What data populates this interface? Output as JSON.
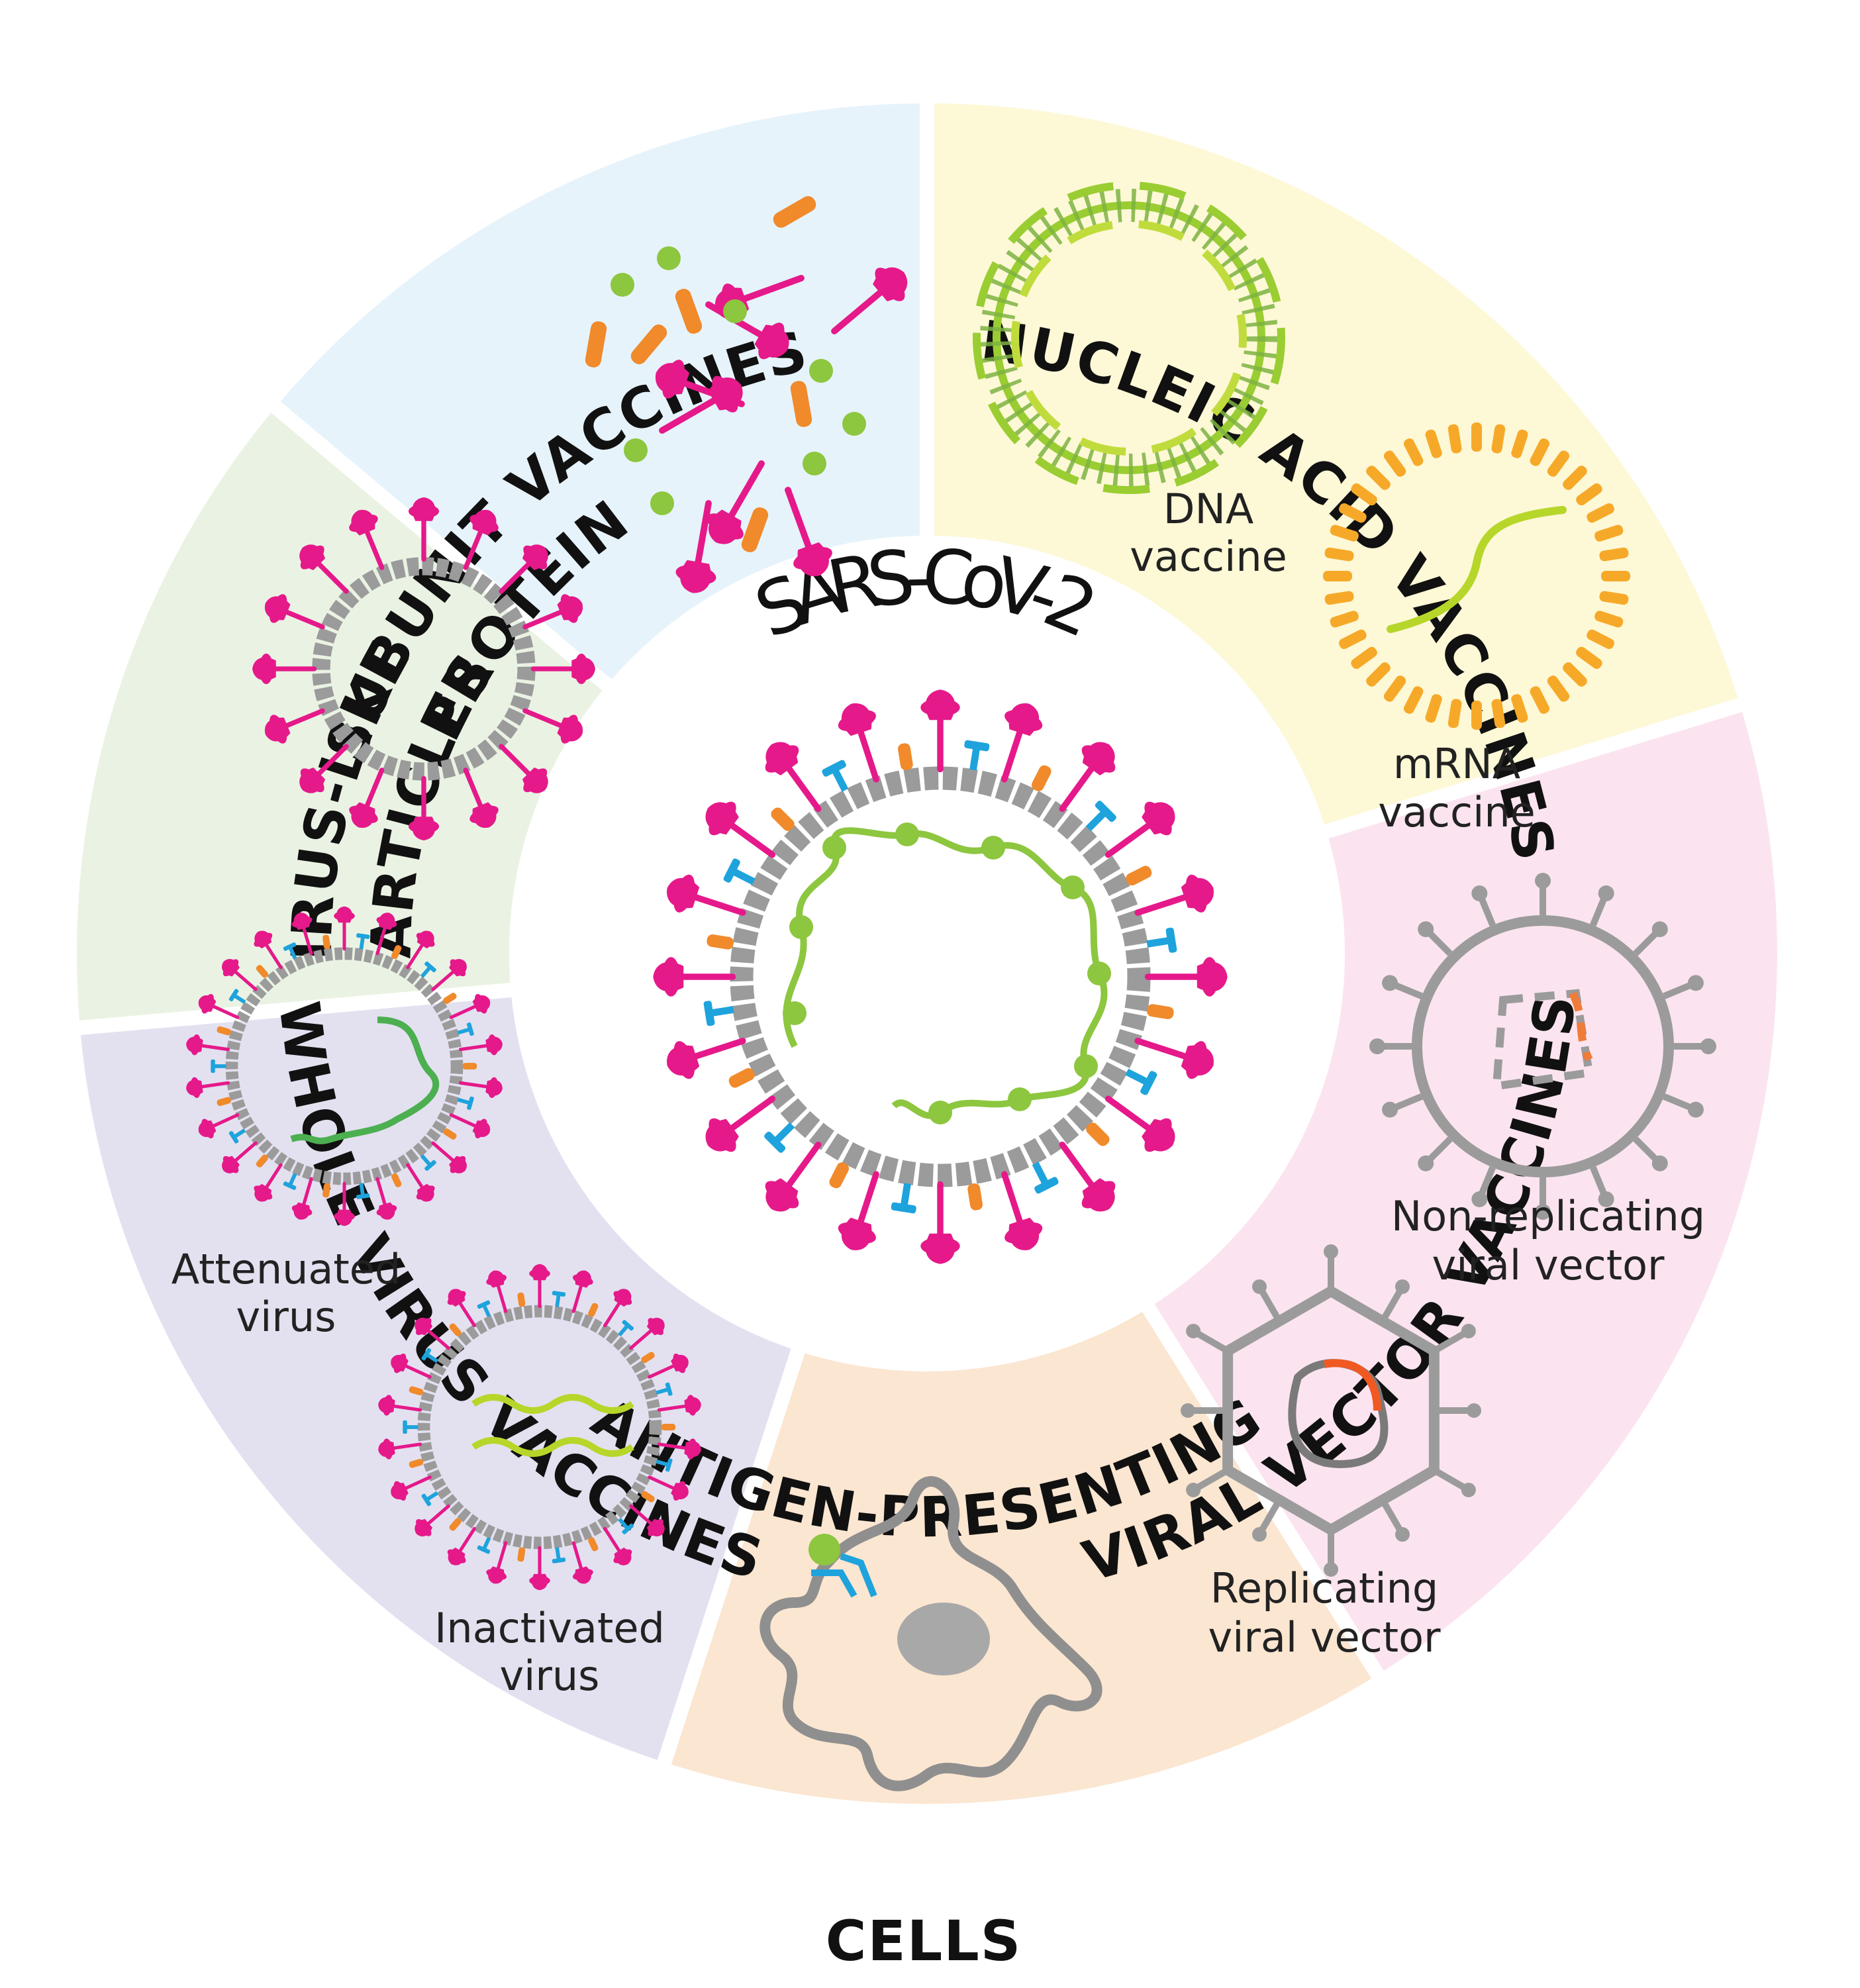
{
  "title": "SARS-CoV-2",
  "categories": {
    "protein_subunit": {
      "line1": "PROTEIN",
      "line2": "SUBUNIT VACCINES"
    },
    "nucleic_acid": {
      "label": "NUCLEIC ACID VACCINES"
    },
    "viral_vector": {
      "label": "VIRAL VECTOR VACCINES"
    },
    "antigen_presenting": {
      "line1": "ANTIGEN-PRESENTING",
      "line2": "CELLS"
    },
    "whole_virus": {
      "label": "WHOLE VIRUS VACCINES"
    },
    "virus_like": {
      "line1": "VIRUS-LIKE",
      "line2": "PARTICLES"
    }
  },
  "labels": {
    "dna": [
      "DNA",
      "vaccine"
    ],
    "mrna": [
      "mRNA",
      "vaccine"
    ],
    "non_replicating": [
      "Non-replicating",
      "viral vector"
    ],
    "replicating": [
      "Replicating",
      "viral vector"
    ],
    "attenuated": [
      "Attenuated",
      "virus"
    ],
    "inactivated": [
      "Inactivated",
      "virus"
    ]
  },
  "colors": {
    "spike": "#e5198a",
    "envelope": "#f08a2b",
    "membrane": "#1ea3dc",
    "rna": "#8dc63f",
    "capsid": "#9b9b9b",
    "dna": "#9acd32",
    "sector_protein": "#e6f3fb",
    "sector_nucleic": "#fdf8d6",
    "sector_vector": "#fbe4ef",
    "sector_apc": "#fbe6d1",
    "sector_whole": "#e3e1f0",
    "sector_vlp": "#eaf3e3"
  }
}
